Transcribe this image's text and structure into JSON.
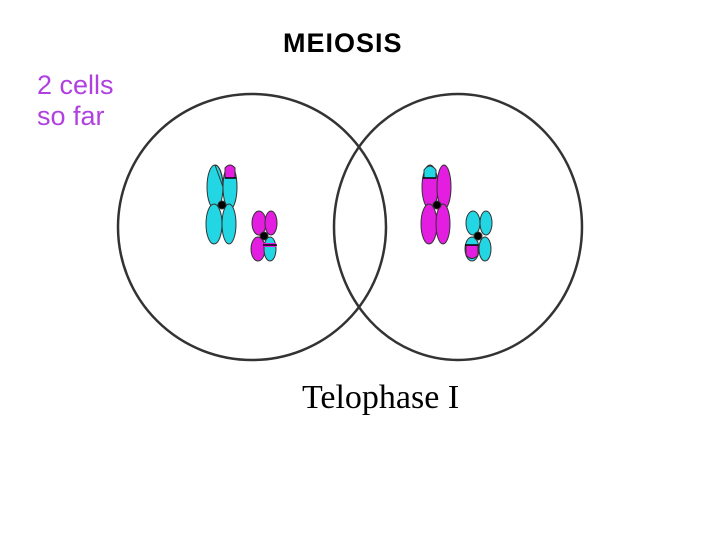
{
  "title": "MEIOSIS",
  "note": {
    "line1": "2 cells",
    "line2": "so far"
  },
  "caption": "Telophase I",
  "colors": {
    "cyan": "#22d7e3",
    "magenta": "#e31ee0",
    "note": "#b040e0",
    "outline": "#333333"
  }
}
